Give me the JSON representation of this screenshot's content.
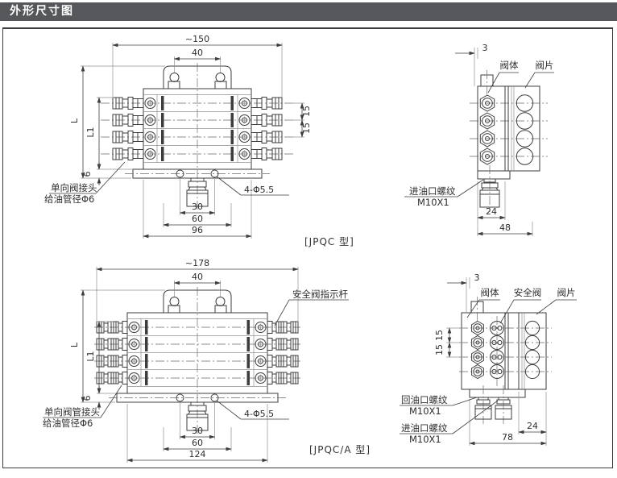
{
  "header": {
    "title": "外形尺寸图"
  },
  "drawings": {
    "jpqc": {
      "caption": "[JPQC 型]",
      "front": {
        "dim_overall_width": "~150",
        "dim_bracket_hole_spacing": "40",
        "dim_row_spacing_1": "15",
        "dim_row_spacing_2": "15",
        "dim_total_height": "L",
        "dim_body_height": "L1",
        "dim_base_offset": "6",
        "dim_hole_spacing": "30",
        "dim_hole_spacing_outer": "60",
        "dim_body_width": "96",
        "note_mounting_holes": "4-Φ5.5",
        "note_check_valve_line1": "单向阀接头",
        "note_check_valve_line2": "给油管径Φ6"
      },
      "side": {
        "dim_plate_offset": "3",
        "label_valve_body": "阀体",
        "label_valve_plate": "阀片",
        "note_inlet_line1": "进油口螺纹",
        "note_inlet_line2": "M10X1",
        "dim_inlet_offset": "24",
        "dim_depth": "48"
      }
    },
    "jpqca": {
      "caption": "[JPQC/A 型]",
      "front": {
        "dim_overall_width": "~178",
        "dim_bracket_hole_spacing": "40",
        "dim_total_height": "L",
        "dim_body_height": "L1",
        "dim_base_offset": "6",
        "label_safety_valve_rod": "安全阀指示杆",
        "dim_hole_spacing": "30",
        "dim_hole_spacing_outer": "60",
        "dim_body_width": "124",
        "note_mounting_holes": "4-Φ5.5",
        "note_check_valve_line1": "单向阀管接头",
        "note_check_valve_line2": "给油管径Φ6"
      },
      "side": {
        "dim_plate_offset": "3",
        "label_valve_body": "阀体",
        "label_safety_valve": "安全阀",
        "label_valve_plate": "阀片",
        "dim_row_spacing_1": "15",
        "dim_row_spacing_2": "15",
        "note_return_line1": "回油口螺纹",
        "note_return_line2": "M10X1",
        "note_inlet_line1": "进油口螺纹",
        "note_inlet_line2": "M10X1",
        "dim_width_to_plate": "78",
        "dim_plate_width": "24"
      }
    }
  },
  "colors": {
    "header_bg": "#55575a",
    "header_text": "#ffffff",
    "line": "#3d3d3d",
    "frame_border": "#3c3c3c"
  }
}
